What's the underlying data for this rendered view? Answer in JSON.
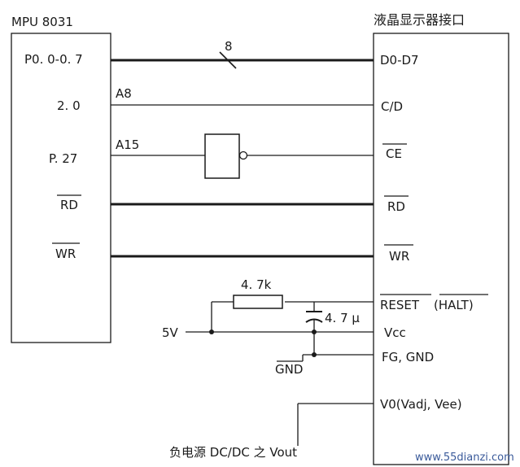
{
  "mpu": {
    "title": "MPU 8031",
    "pins": [
      "P0. 0-0. 7",
      "2. 0",
      "P. 27",
      "RD",
      "WR"
    ]
  },
  "lcd": {
    "title": "液晶显示器接口",
    "pins": [
      "D0-D7",
      "C/D",
      "CE",
      "RD",
      "WR",
      "RESET",
      "(HALT)",
      "Vcc",
      "FG, GND",
      "V0(Vadj, Vee)"
    ]
  },
  "signals": {
    "bus_width": "8",
    "a8": "A8",
    "a15": "A15"
  },
  "components": {
    "resistor": "4. 7k",
    "capacitor": "4. 7 μ"
  },
  "power": {
    "v5": "5V",
    "gnd": "GND",
    "vout": "负电源 DC/DC 之 Vout"
  },
  "watermark": "www.55dianzi.com"
}
